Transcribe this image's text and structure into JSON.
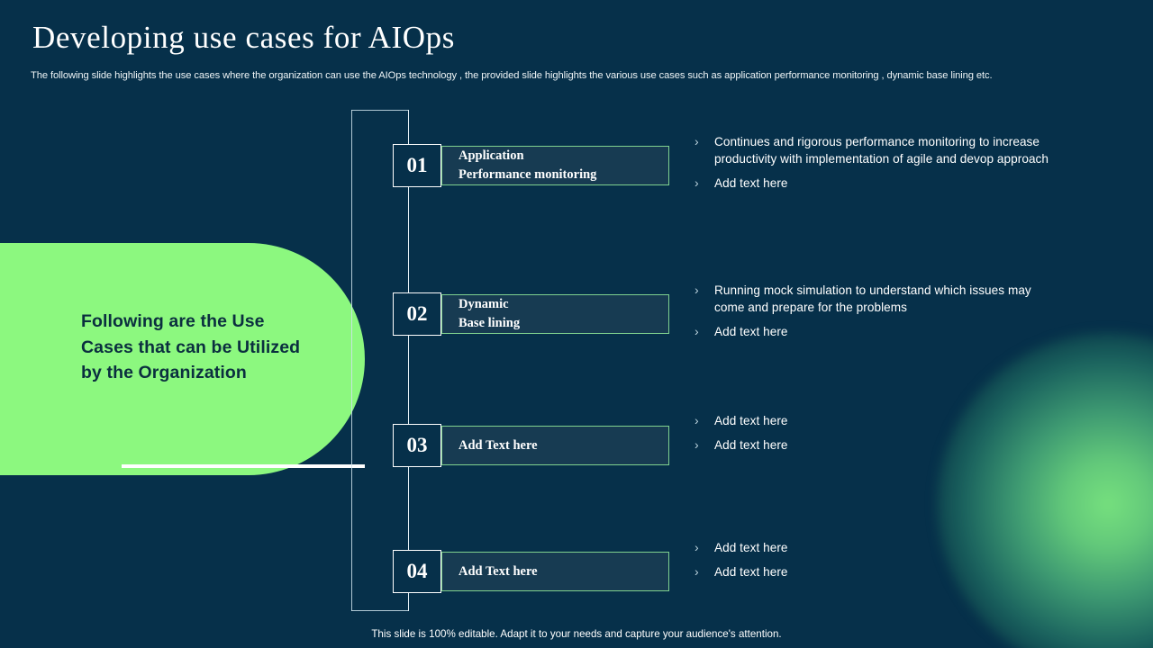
{
  "header": {
    "title": "Developing use cases for AIOps",
    "subtitle": "The following slide highlights the use cases where the organization can use the AIOps  technology ,  the provided slide highlights the various use cases such as application performance monitoring ,  dynamic base lining etc."
  },
  "green_panel": {
    "text": "Following are the Use Cases that can be Utilized by the Organization"
  },
  "steps": [
    {
      "number": "01",
      "label_line1": "Application",
      "label_line2": "Performance monitoring",
      "bullets": [
        "Continues and rigorous performance monitoring to increase productivity with implementation of agile and devop approach",
        "Add text here"
      ]
    },
    {
      "number": "02",
      "label_line1": "Dynamic",
      "label_line2": "Base lining",
      "bullets": [
        "Running mock simulation to understand which issues may come and prepare for the problems",
        "Add text here"
      ]
    },
    {
      "number": "03",
      "label_line1": "Add Text here",
      "label_line2": "",
      "bullets": [
        "Add text here",
        "Add text here"
      ]
    },
    {
      "number": "04",
      "label_line1": "Add Text here",
      "label_line2": "",
      "bullets": [
        "Add text here",
        "Add text here"
      ]
    }
  ],
  "bullet_marker": "›",
  "footer": {
    "text": "This slide is 100% editable. Adapt it to your needs and capture your audience's attention."
  },
  "colors": {
    "background": "#06304a",
    "accent_green": "#8cf87f",
    "box_fill": "#173b52",
    "box_border_green": "#7fd18f",
    "text_white": "#ffffff"
  }
}
